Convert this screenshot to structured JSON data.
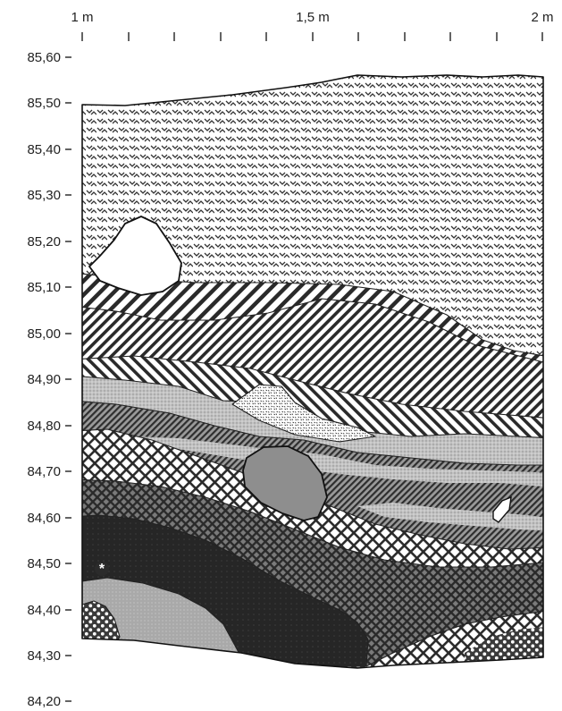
{
  "x_axis": {
    "labels": [
      "1 m",
      "1,5 m",
      "2 m"
    ]
  },
  "y_axis": {
    "labels": [
      "85,60",
      "85,50",
      "85,40",
      "85,30",
      "85,20",
      "85,10",
      "85,00",
      "84,90",
      "84,80",
      "84,70",
      "84,60",
      "84,50",
      "84,40",
      "84,30",
      "84,20"
    ]
  },
  "markers": {
    "find_symbol": "*"
  },
  "colors": {
    "ink": "#222222",
    "dark_layer": "#2b2b2b",
    "mid_grey": "#8c8c8c",
    "light_grey": "#bdbdbd",
    "stone": "#ffffff"
  }
}
